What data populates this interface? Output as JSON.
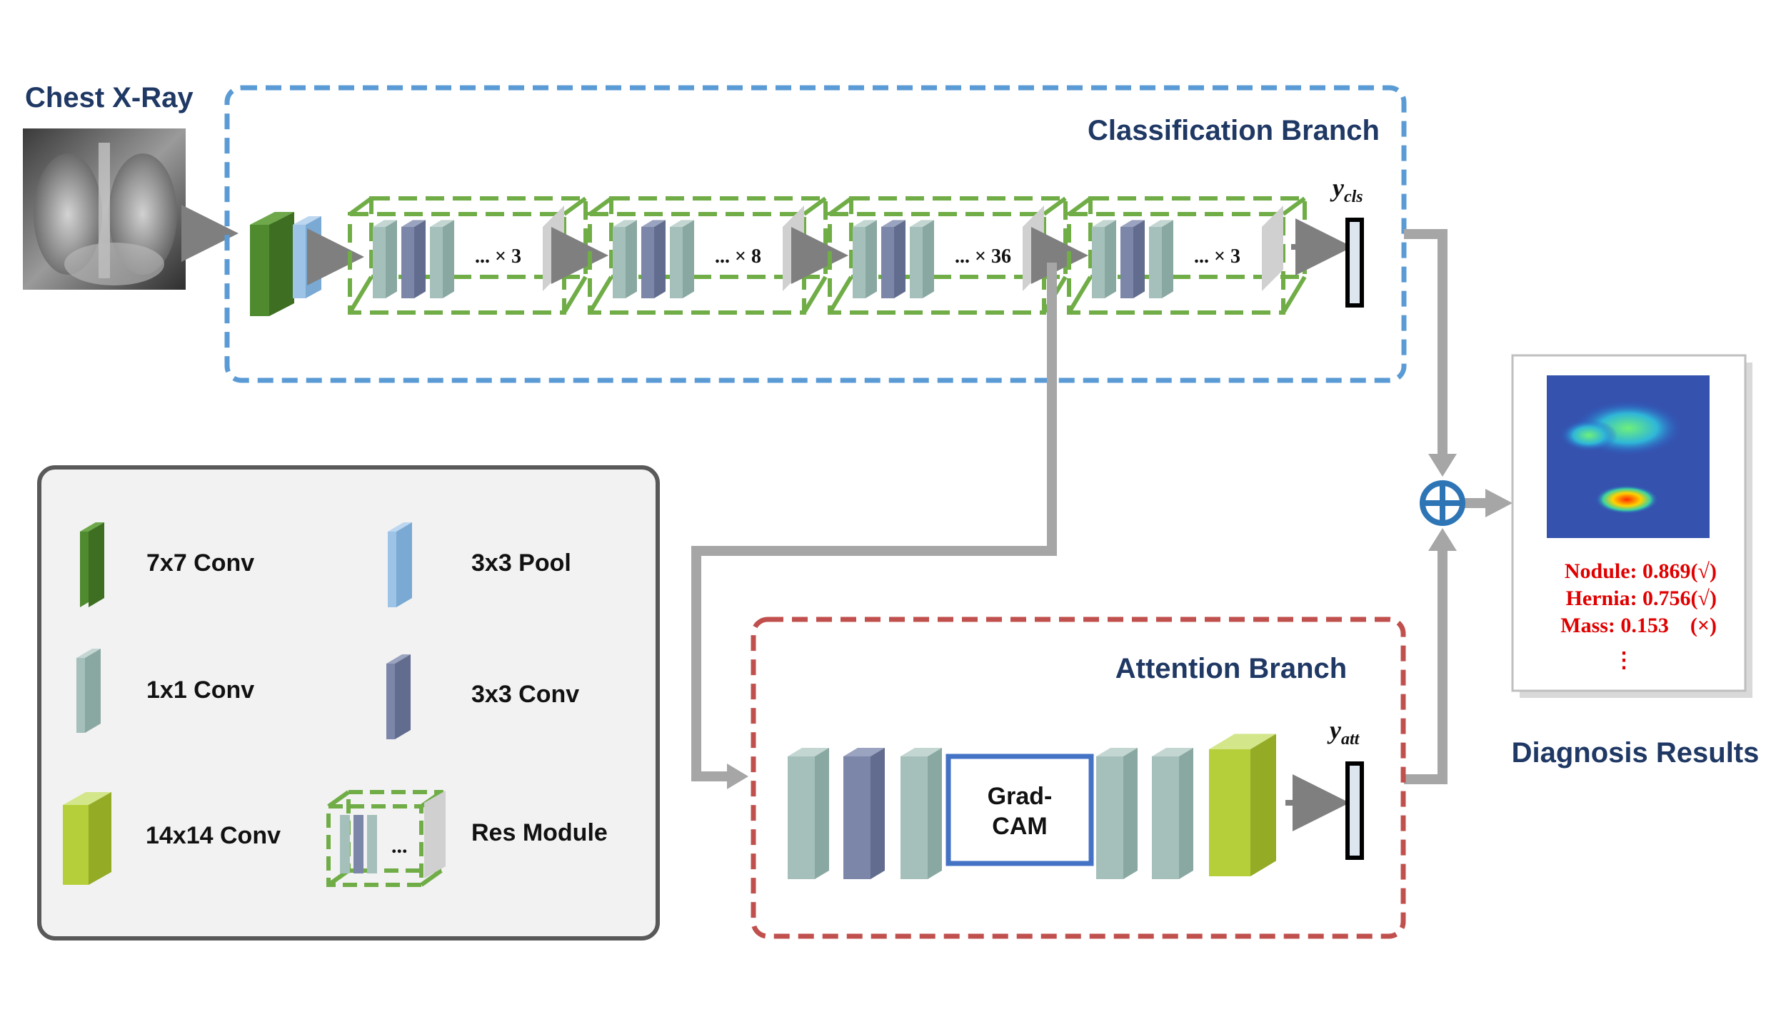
{
  "input": {
    "title": "Chest X-Ray"
  },
  "classification_branch": {
    "title": "Classification Branch",
    "output_label": "y",
    "output_subscript": "cls",
    "res_stages": [
      {
        "label": "... × 3"
      },
      {
        "label": "... × 8"
      },
      {
        "label": "... × 36"
      },
      {
        "label": "... × 3"
      }
    ]
  },
  "attention_branch": {
    "title": "Attention Branch",
    "gradcam_line1": "Grad-",
    "gradcam_line2": "CAM",
    "output_label": "y",
    "output_subscript": "att"
  },
  "legend": {
    "items": [
      {
        "label": "7x7 Conv",
        "icon": "conv7x7-block"
      },
      {
        "label": "3x3 Pool",
        "icon": "pool3x3-block"
      },
      {
        "label": "1x1 Conv",
        "icon": "conv1x1-block"
      },
      {
        "label": "3x3 Conv",
        "icon": "conv3x3-block"
      },
      {
        "label": "14x14 Conv",
        "icon": "conv14x14-block"
      },
      {
        "label": "Res Module",
        "icon": "res-module-box"
      }
    ],
    "res_module_glyph": "..."
  },
  "fusion": {
    "symbol": "⊕"
  },
  "results": {
    "title": "Diagnosis Results",
    "lines": [
      "Nodule: 0.869(√)",
      "Hernia: 0.756(√)",
      "Mass: 0.153    (×)"
    ],
    "ellipsis": "⋮"
  },
  "colors": {
    "classification_border": "#5b9bd5",
    "attention_border": "#c0504d",
    "res_module_border": "#70ad47",
    "conv7x7": "#4f8a2f",
    "pool3x3": "#9dc3e6",
    "conv1x1": "#a5c0bb",
    "conv3x3": "#7b86a8",
    "conv14x14": "#b5cf3a",
    "gradcam_border": "#4472c4",
    "arrow": "#9e9e9e",
    "title": "#1f3864",
    "result_text": "#e00000"
  }
}
